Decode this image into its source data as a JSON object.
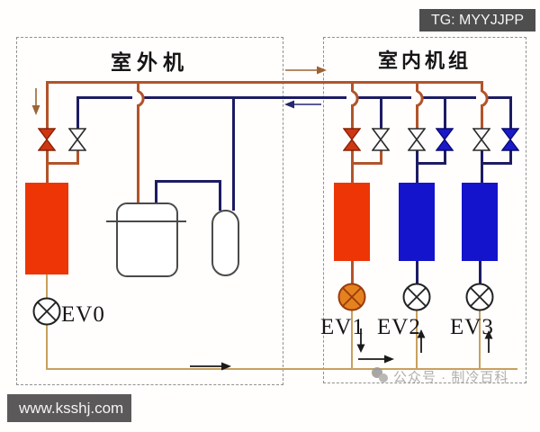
{
  "badges": {
    "tg_label": "TG: MYYJJPP",
    "site_label": "www.ksshj.com"
  },
  "diagram": {
    "outdoor_title": "室外机",
    "indoor_title": "室内机组",
    "watermark_text": "公众号 · 制冷百科",
    "ev_labels": {
      "ev0": "EV0",
      "ev1": "EV1",
      "ev2": "EV2",
      "ev3": "EV3"
    }
  },
  "colors": {
    "pipe-hot": "#b2542a",
    "pipe-cold": "#1c1c64",
    "pipe-liquid": "#c8a05e",
    "hx-hot": "#ee3505",
    "hx-cold": "#1414cc",
    "valve-hot": "#cc3812",
    "valve-hot-stroke": "#8c2004",
    "valve-cold": "#1a1ac8",
    "valve-cold-stroke": "#0a0a70",
    "valve-outline": "#2a2a2a",
    "ev-fill": "#e5821f",
    "ev-stroke": "#993c0c",
    "vessel": "#4a4a4a",
    "border": "#909090",
    "badge-tg": "#4e4e4e",
    "badge-site": "#5b5959",
    "arrow-brown": "#9c6434",
    "arrow-navy": "#26266e",
    "arrow-black": "#1a1a1a",
    "watermark": "#b2afac",
    "text": "#151515"
  }
}
